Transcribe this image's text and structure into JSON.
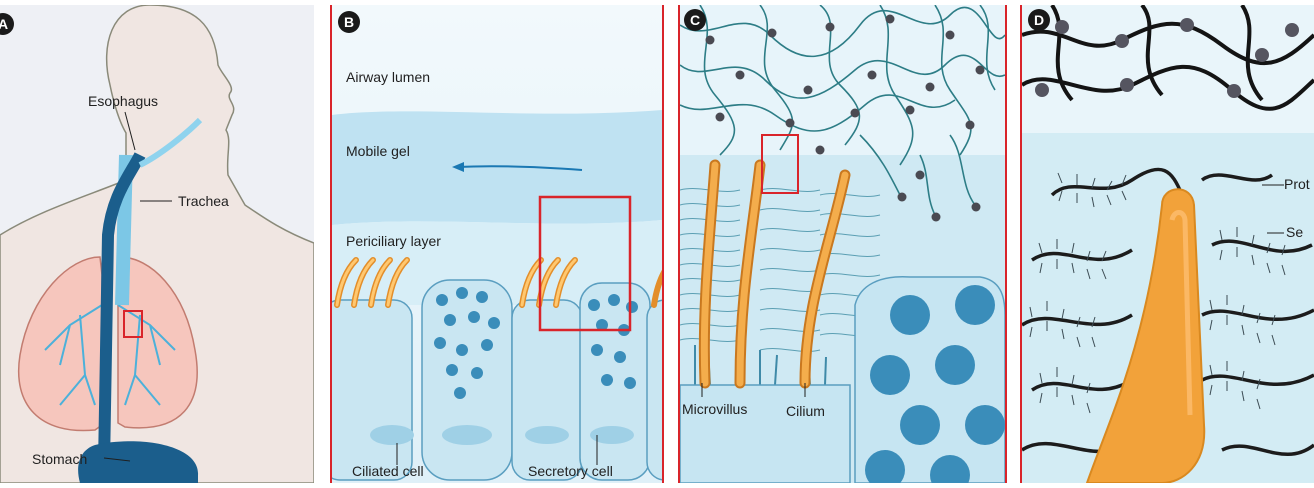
{
  "panels": {
    "a": {
      "badge": "A",
      "labels": {
        "esophagus": "Esophagus",
        "trachea": "Trachea",
        "stomach": "Stomach"
      }
    },
    "b": {
      "badge": "B",
      "labels": {
        "airway_lumen": "Airway lumen",
        "mobile_gel": "Mobile gel",
        "periciliary_layer": "Periciliary layer",
        "ciliated_cell": "Ciliated cell",
        "secretory_cell": "Secretory cell"
      }
    },
    "c": {
      "badge": "C",
      "labels": {
        "microvillus": "Microvillus",
        "cilium": "Cilium"
      }
    },
    "d": {
      "badge": "D",
      "labels": {
        "prot": "Prot",
        "se": "Se"
      }
    }
  },
  "colors": {
    "highlight_box": "#d9242a",
    "mucus_blue": "#1a78b3",
    "cilium_orange": "#f2a23a",
    "cell_blue": "#c9e6f2",
    "granule_blue": "#3a8dba"
  }
}
